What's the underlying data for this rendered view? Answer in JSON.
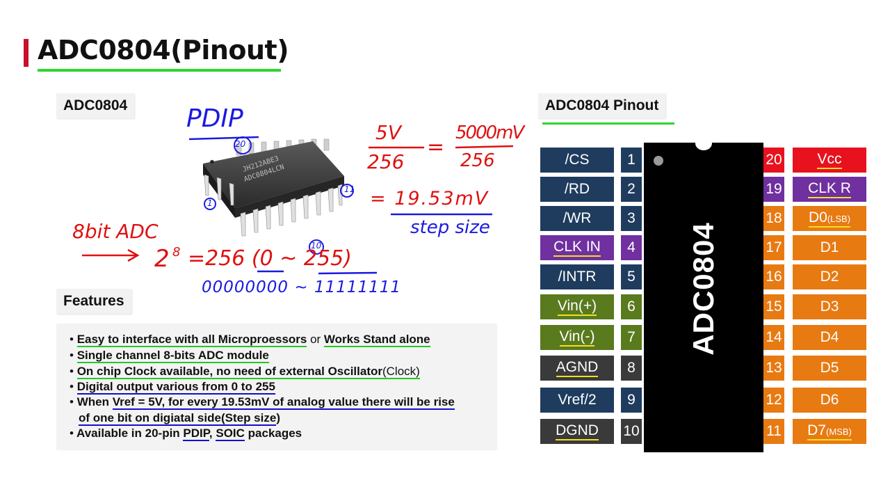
{
  "slide": {
    "title": "ADC0804(Pinout)",
    "left_label": "ADC0804",
    "right_label": "ADC0804 Pinout",
    "features_label": "Features"
  },
  "chip_photo": {
    "marking_line1": "JH212ABE3",
    "marking_line2": "ADC0804LCN"
  },
  "annotations": {
    "pdip": "PDIP",
    "pin20": "20",
    "pin11": "11",
    "pin1": "1",
    "pin10": "10",
    "eq1_num": "5V",
    "eq1_den": "256",
    "eq1_rnum": "5000mV",
    "eq1_rden": "256",
    "eq2": "= 19.53mV",
    "step": "step size",
    "eightbit": "8bit ADC",
    "power": "2",
    "power_exp": "8",
    "power_rest": "=256 (0 ~ 255)",
    "binary": "00000000 ~ 11111111"
  },
  "features": [
    {
      "bullet": "•",
      "parts": [
        "Easy to interface with all Microproessors",
        " or ",
        "Works Stand alone"
      ]
    },
    {
      "bullet": "•",
      "parts": [
        "Single channel 8-bits ADC module"
      ]
    },
    {
      "bullet": "•",
      "parts": [
        "On chip Clock available, no need of external Oscillator",
        "(Clock)"
      ]
    },
    {
      "bullet": "•",
      "parts": [
        "Digital output various from 0 to 255"
      ]
    },
    {
      "bullet": "•",
      "parts": [
        "When ",
        "Vref = 5V",
        ", for every 19.53mV of analog value there will be rise"
      ]
    },
    {
      "bullet": "",
      "parts": [
        "of one bit on digiatal side(",
        "Step size",
        ")"
      ]
    },
    {
      "bullet": "•",
      "parts": [
        "Available in 20-pin ",
        "PDIP",
        ", ",
        "SOIC",
        " packages"
      ]
    }
  ],
  "pinout": {
    "chip_name": "ADC0804",
    "left_pins": [
      {
        "num": "1",
        "name": "/CS",
        "color": "#1f3c5e"
      },
      {
        "num": "2",
        "name": "/RD",
        "color": "#1f3c5e"
      },
      {
        "num": "3",
        "name": "/WR",
        "color": "#1f3c5e"
      },
      {
        "num": "4",
        "name": "CLK IN",
        "color": "#7030a0"
      },
      {
        "num": "5",
        "name": "/INTR",
        "color": "#1f3c5e"
      },
      {
        "num": "6",
        "name": "Vin(+)",
        "color": "#5a7a1e"
      },
      {
        "num": "7",
        "name": "Vin(-)",
        "color": "#5a7a1e"
      },
      {
        "num": "8",
        "name": "AGND",
        "color": "#3a3a3a"
      },
      {
        "num": "9",
        "name": "Vref/2",
        "color": "#1f3c5e"
      },
      {
        "num": "10",
        "name": "DGND",
        "color": "#3a3a3a"
      }
    ],
    "right_pins": [
      {
        "num": "20",
        "name": "Vcc",
        "sub": "",
        "color": "#e8121f"
      },
      {
        "num": "19",
        "name": "CLK R",
        "sub": "",
        "color": "#7030a0"
      },
      {
        "num": "18",
        "name": "D0",
        "sub": "(LSB)",
        "color": "#e87a12"
      },
      {
        "num": "17",
        "name": "D1",
        "sub": "",
        "color": "#e87a12"
      },
      {
        "num": "16",
        "name": "D2",
        "sub": "",
        "color": "#e87a12"
      },
      {
        "num": "15",
        "name": "D3",
        "sub": "",
        "color": "#e87a12"
      },
      {
        "num": "14",
        "name": "D4",
        "sub": "",
        "color": "#e87a12"
      },
      {
        "num": "13",
        "name": "D5",
        "sub": "",
        "color": "#e87a12"
      },
      {
        "num": "12",
        "name": "D6",
        "sub": "",
        "color": "#e87a12"
      },
      {
        "num": "11",
        "name": "D7",
        "sub": "(MSB)",
        "color": "#e87a12"
      }
    ],
    "underlined_yellow": [
      "CLK IN",
      "Vin(+)",
      "Vin(-)",
      "AGND",
      "DGND",
      "Vcc",
      "CLK R",
      "D0",
      "D7"
    ]
  }
}
